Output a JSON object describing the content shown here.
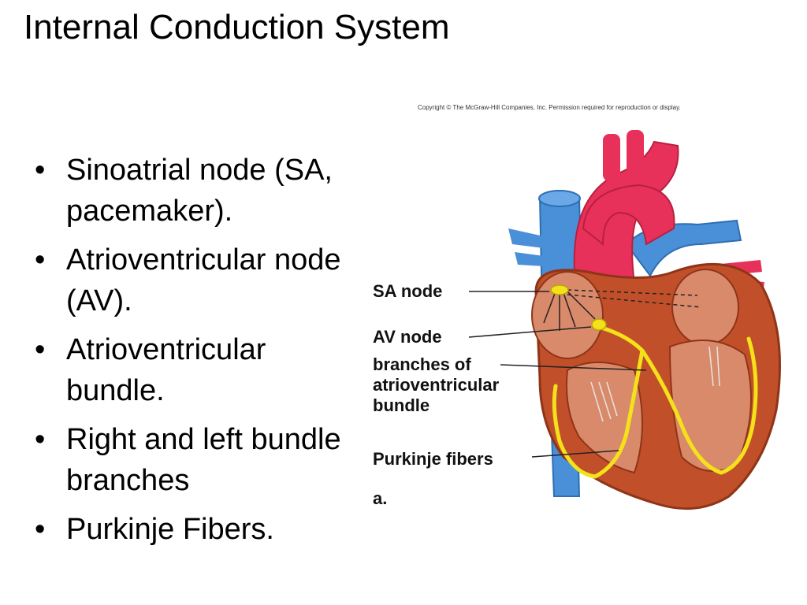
{
  "title": "Internal Conduction System",
  "bullets": [
    "Sinoatrial node (SA, pacemaker).",
    "Atrioventricular node (AV).",
    "Atrioventricular bundle.",
    "Right and left bundle branches",
    "Purkinje Fibers."
  ],
  "figure": {
    "copyright": "Copyright © The McGraw-Hill Companies, Inc. Permission required for reproduction or display.",
    "labels": {
      "sa_node": "SA node",
      "av_node": "AV node",
      "bundle_branches": "branches of atrioventricular bundle",
      "purkinje": "Purkinje fibers",
      "panel": "a."
    },
    "colors": {
      "aorta": "#e8315a",
      "vein": "#4a90d9",
      "myocardium": "#c1502a",
      "chamber": "#d98a6a",
      "conduction": "#f4e11a"
    }
  }
}
